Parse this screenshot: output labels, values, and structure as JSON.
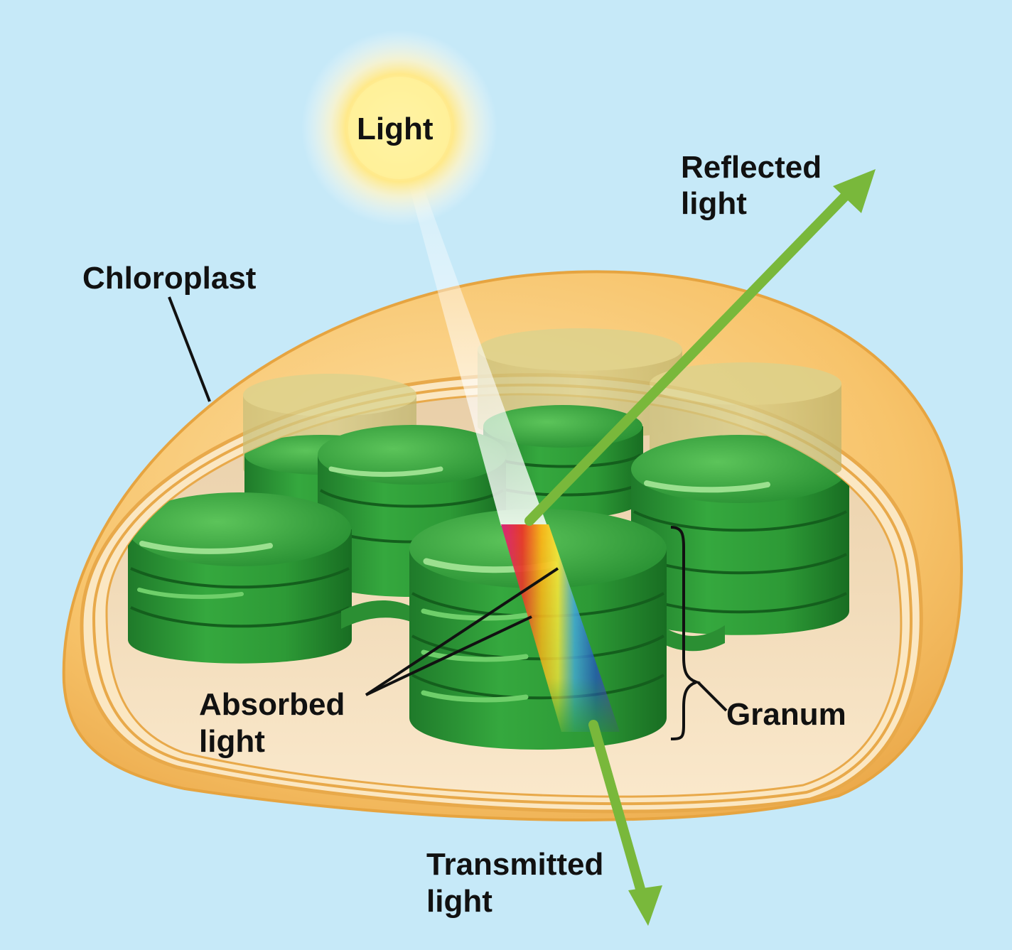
{
  "labels": {
    "light": "Light",
    "reflected_line1": "Reflected",
    "reflected_line2": "light",
    "chloroplast": "Chloroplast",
    "absorbed_line1": "Absorbed",
    "absorbed_line2": "light",
    "granum": "Granum",
    "transmitted_line1": "Transmitted",
    "transmitted_line2": "light"
  },
  "colors": {
    "background": "#c6e9f8",
    "envelope": "#f7c36a",
    "stroma": "#f6e0bd",
    "grana": "#2f9a37",
    "arrow": "#79b83b",
    "sun": "#fff3a0"
  }
}
